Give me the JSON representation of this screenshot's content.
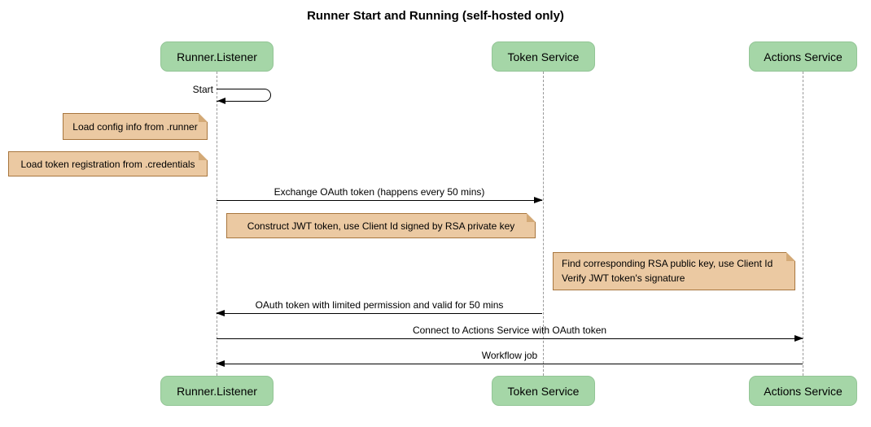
{
  "diagram": {
    "type": "sequence",
    "title": "Runner Start and Running (self-hosted only)",
    "participants": [
      {
        "id": "runner-listener",
        "label": "Runner.Listener"
      },
      {
        "id": "token-service",
        "label": "Token Service"
      },
      {
        "id": "actions-service",
        "label": "Actions Service"
      }
    ],
    "self_message": {
      "on": "Runner.Listener",
      "label": "Start"
    },
    "notes": [
      {
        "position": "left of Runner.Listener",
        "text": "Load config info from .runner"
      },
      {
        "position": "left of Runner.Listener",
        "text": "Load token registration from .credentials"
      },
      {
        "position": "over Runner.Listener and Token Service",
        "text": "Construct JWT token, use Client Id signed by RSA private key"
      },
      {
        "position": "right of Token Service",
        "text": "Find corresponding RSA public key, use Client Id\nVerify JWT token's signature"
      }
    ],
    "messages": [
      {
        "from": "Runner.Listener",
        "to": "Token Service",
        "direction": "right",
        "label": "Exchange OAuth token (happens every 50 mins)"
      },
      {
        "from": "Token Service",
        "to": "Runner.Listener",
        "direction": "left",
        "label": "OAuth token with limited permission and valid for 50 mins"
      },
      {
        "from": "Runner.Listener",
        "to": "Actions Service",
        "direction": "right",
        "label": "Connect to Actions Service with OAuth token"
      },
      {
        "from": "Actions Service",
        "to": "Runner.Listener",
        "direction": "left",
        "label": "Workflow job"
      }
    ],
    "colors": {
      "background": "#FFFFFF",
      "participant_fill": "#A5D6A7",
      "note_fill": "#EBC9A2",
      "note_border": "#A8763E",
      "lifeline": "#999999",
      "arrow": "#000000",
      "text": "#000000"
    }
  }
}
